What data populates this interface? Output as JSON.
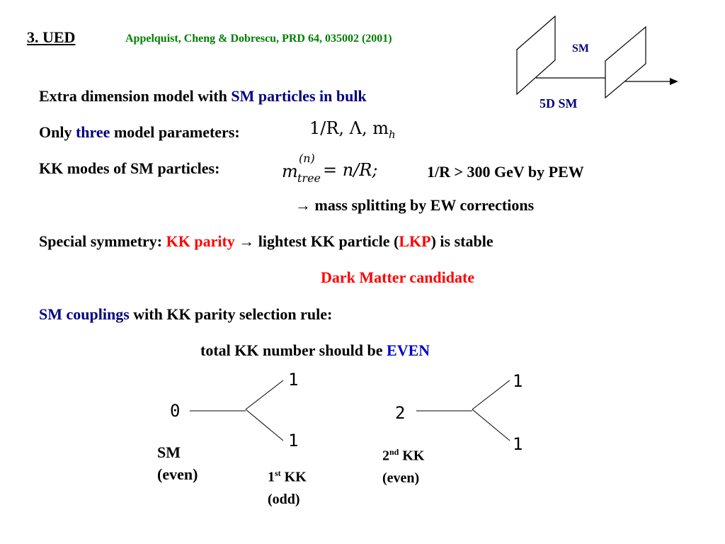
{
  "header": {
    "section_title": "3. UED",
    "reference": "Appelquist, Cheng & Dobrescu, PRD 64, 035002 (2001)"
  },
  "brane_diagram": {
    "label_sm": "SM",
    "label_5d": "5D SM"
  },
  "lines": {
    "l1_a": "Extra dimension model with ",
    "l1_b": "SM particles in bulk",
    "l2_a": "Only ",
    "l2_b": "three",
    "l2_c": " model parameters:",
    "l2_math": "1/R,  Λ,  m",
    "l2_math_sub": "h",
    "l3_a": "KK modes of SM particles:",
    "l3_math_m": "m",
    "l3_math_sup": "(n)",
    "l3_math_sub": "tree",
    "l3_math_rest": " = n/R;",
    "l3_b": "1/R > 300 GeV by PEW",
    "l4_arrow": "→",
    "l4": " mass splitting by EW corrections",
    "l5_a": "Special symmetry: ",
    "l5_b": "KK parity",
    "l5_arrow": "→",
    "l5_c": " lightest KK particle (",
    "l5_d": "LKP",
    "l5_e": ") is stable",
    "l6": "Dark Matter candidate",
    "l7_a": "SM couplings",
    "l7_b": " with KK parity selection rule:",
    "l8_a": "total KK number should be ",
    "l8_b": "EVEN"
  },
  "vertex1": {
    "in": "0",
    "out_top": "1",
    "out_bottom": "1",
    "label_line1": "SM",
    "label_line2": "(even)",
    "label2_line1_a": "1",
    "label2_line1_sup": "st",
    "label2_line1_b": "  KK",
    "label2_line2": "(odd)"
  },
  "vertex2": {
    "in": "2",
    "out_top": "1",
    "out_bottom": "1",
    "label_line1_a": "2",
    "label_line1_sup": "nd",
    "label_line1_b": " KK",
    "label_line2": "(even)"
  }
}
